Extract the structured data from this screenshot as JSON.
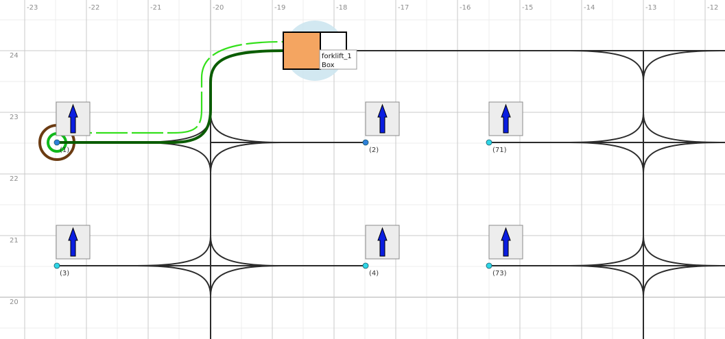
{
  "colors": {
    "grid_minor": "#ececec",
    "grid_major": "#c9c9c9",
    "track": "#2b2b2b",
    "route_active": "#0a5c00",
    "route_planned": "#33e01a",
    "node_fill": "#2fd6e6",
    "node_fill_selected": "#2e7fd9",
    "marker_fill": "#ededed",
    "arrow": "#0a1ee0",
    "vehicle_body": "#f4a561",
    "vehicle_halo": "#cde6ef",
    "start_ring_outer": "#6b3b12",
    "start_ring_inner": "#10b81a"
  },
  "axes": {
    "x_ticks": [
      "-23",
      "-22",
      "-21",
      "-20",
      "-19",
      "-18",
      "-17",
      "-16",
      "-15",
      "-14",
      "-13",
      "-12"
    ],
    "y_ticks": [
      "24",
      "23",
      "22",
      "21",
      "20"
    ]
  },
  "nodes": [
    {
      "id": "n1",
      "label": "(1)"
    },
    {
      "id": "n2",
      "label": "(2)"
    },
    {
      "id": "n71",
      "label": "(71)"
    },
    {
      "id": "n3",
      "label": "(3)"
    },
    {
      "id": "n4",
      "label": "(4)"
    },
    {
      "id": "n73",
      "label": "(73)"
    }
  ],
  "vehicle": {
    "name": "forklift_1",
    "load": "Box",
    "icon": "forklift-icon"
  },
  "markers": [
    {
      "icon": "arrow-up-icon"
    },
    {
      "icon": "arrow-up-icon"
    },
    {
      "icon": "arrow-up-icon"
    },
    {
      "icon": "arrow-up-icon"
    },
    {
      "icon": "arrow-up-icon"
    },
    {
      "icon": "arrow-up-icon"
    }
  ]
}
